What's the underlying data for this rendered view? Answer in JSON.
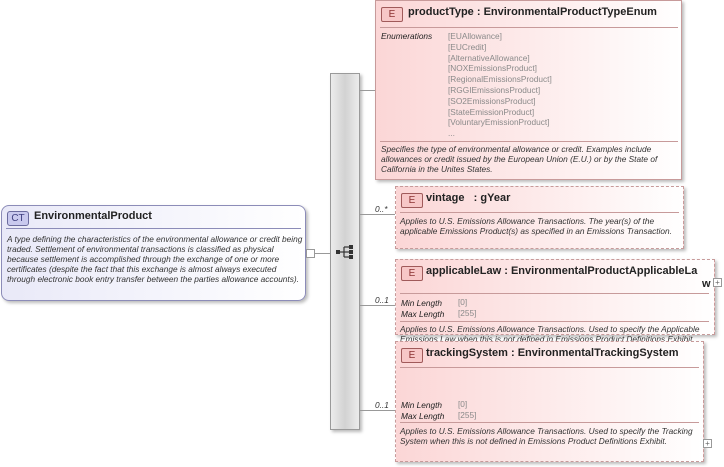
{
  "complex_type": {
    "badge": "CT",
    "name": "EnvironmentalProduct",
    "description": "A type defining the characteristics of the environmental allowance or credit being traded. Settlement of environmental transactions is classified as physical because settlement is accomplished through the exchange of one or more certificates (despite the fact that this exchange is almost always executed through electronic book entry transfer between the parties allowance accounts)."
  },
  "elements": [
    {
      "badge": "E",
      "title": "productType : EnvironmentalProductTypeEnum",
      "cardinality": "",
      "prop_label": "Enumerations",
      "enumerations": [
        "[EUAllowance]",
        "[EUCredit]",
        "[AlternativeAllowance]",
        "[NOXEmissionsProduct]",
        "[RegionalEmissionsProduct]",
        "[RGGIEmissionsProduct]",
        "[SO2EmissionsProduct]",
        "[StateEmissionProduct]",
        "[VoluntaryEmissionProduct]",
        "..."
      ],
      "description": "Specifies the type of environmental allowance or credit. Examples include allowances or credit issued by the European Union (E.U.) or by the State of California in the Unites States."
    },
    {
      "badge": "E",
      "title": "vintage   : gYear",
      "cardinality": "0..*",
      "description": "Applies to U.S. Emissions Allowance Transactions. The year(s) of the applicable Emissions Product(s) as specified in an Emissions Transaction."
    },
    {
      "badge": "E",
      "title_line1": "applicableLaw : EnvironmentalProductApplicableLa",
      "title_line2": "w",
      "cardinality": "0..1",
      "min_label": "Min Length",
      "min_value": "[0]",
      "max_label": "Max Length",
      "max_value": "[255]",
      "description": "Applies to U.S. Emissions Allowance Transactions. Used to specify the Applicable Emissions Law when this is not defined in Emissions Product Definitions Exhibit."
    },
    {
      "badge": "E",
      "title": "trackingSystem : EnvironmentalTrackingSystem",
      "cardinality": "0..1",
      "min_label": "Min Length",
      "min_value": "[0]",
      "max_label": "Max Length",
      "max_value": "[255]",
      "description": "Applies to U.S. Emissions Allowance Transactions. Used to specify the Tracking System when this is not defined in Emissions Product Definitions Exhibit."
    }
  ],
  "expand_symbol": "+",
  "colors": {
    "element_fill": "#fbd6d6",
    "complex_type_fill": "#e9e9f8",
    "connector": "#999999"
  }
}
